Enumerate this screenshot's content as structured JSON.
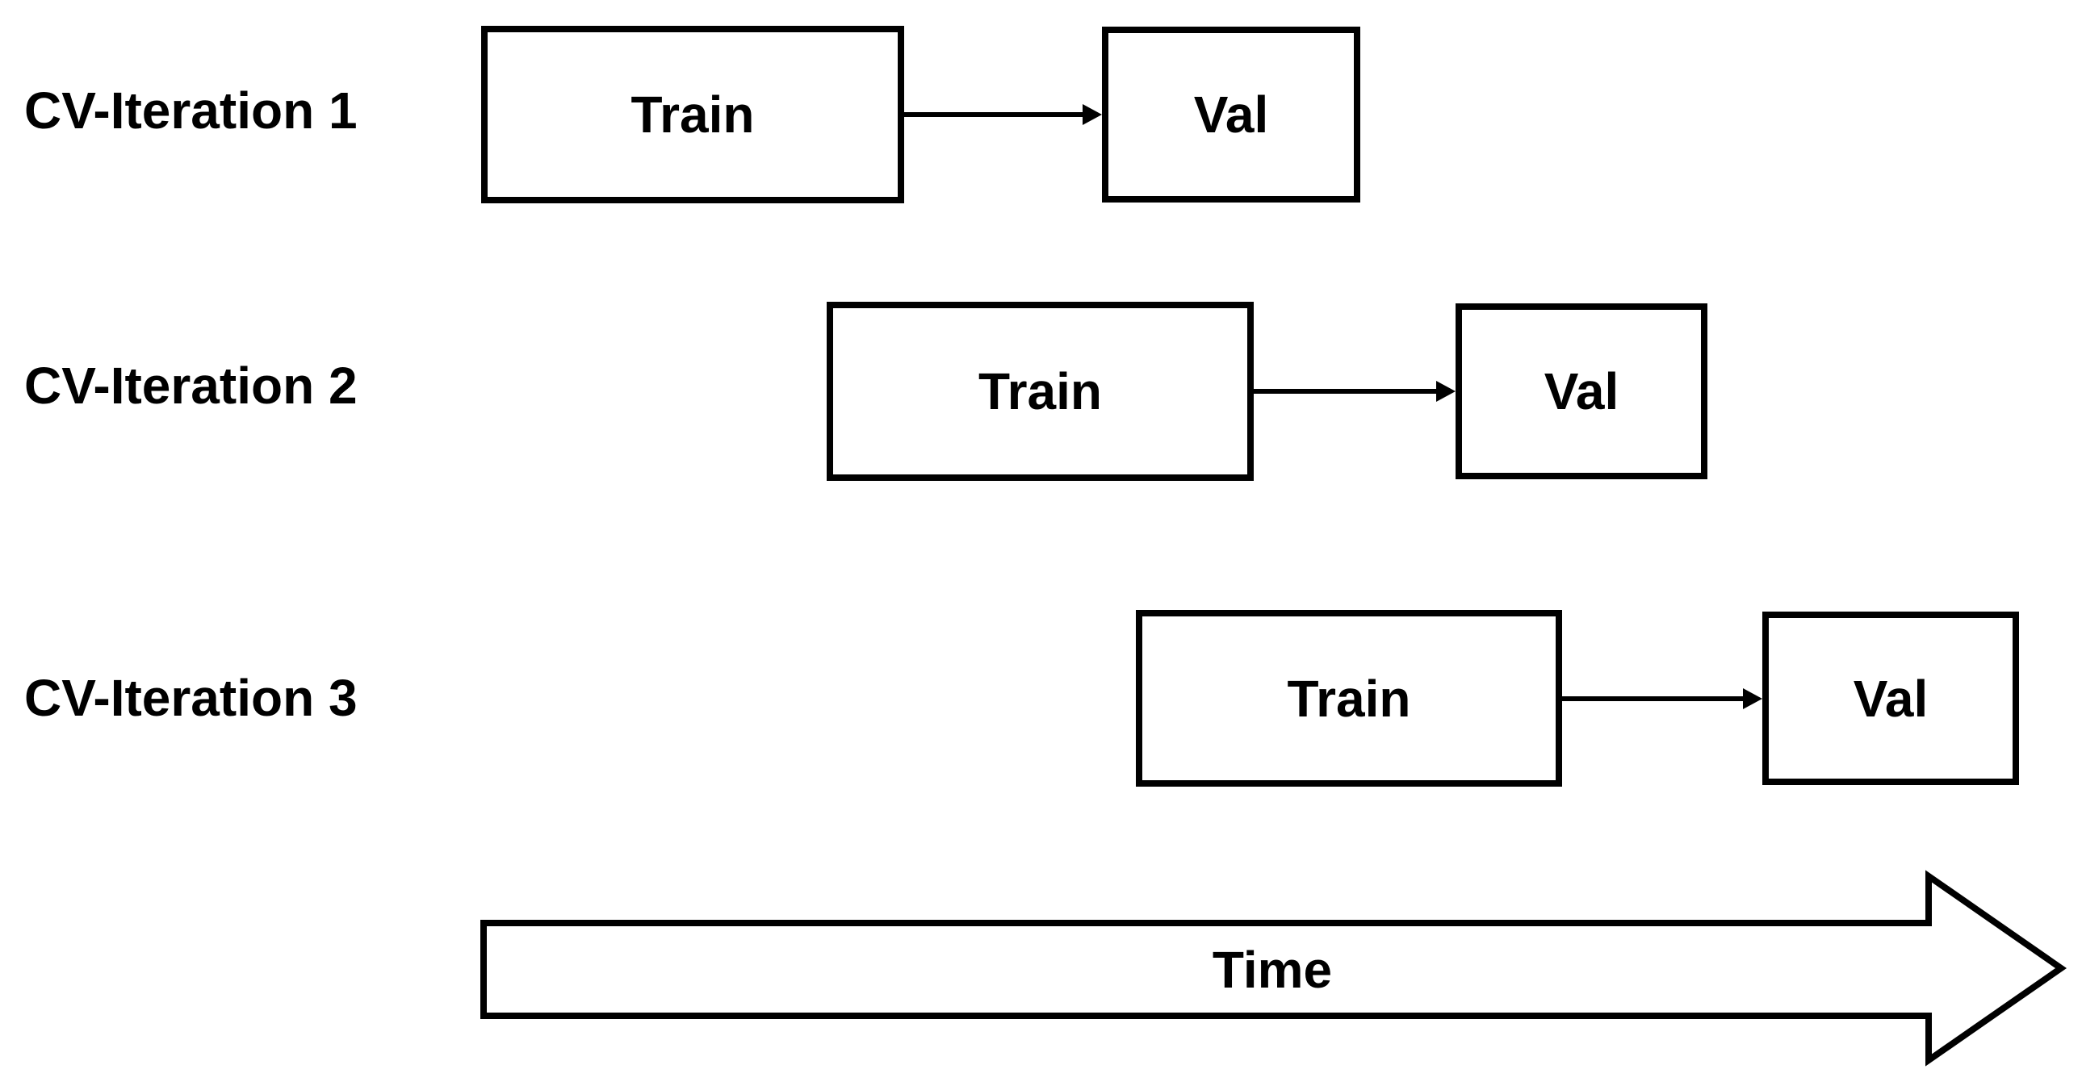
{
  "diagram": {
    "rows": [
      {
        "label": "CV-Iteration 1",
        "train_label": "Train",
        "val_label": "Val"
      },
      {
        "label": "CV-Iteration 2",
        "train_label": "Train",
        "val_label": "Val"
      },
      {
        "label": "CV-Iteration 3",
        "train_label": "Train",
        "val_label": "Val"
      }
    ],
    "time_axis_label": "Time",
    "colors": {
      "foreground": "#000000",
      "background": "#ffffff"
    }
  }
}
